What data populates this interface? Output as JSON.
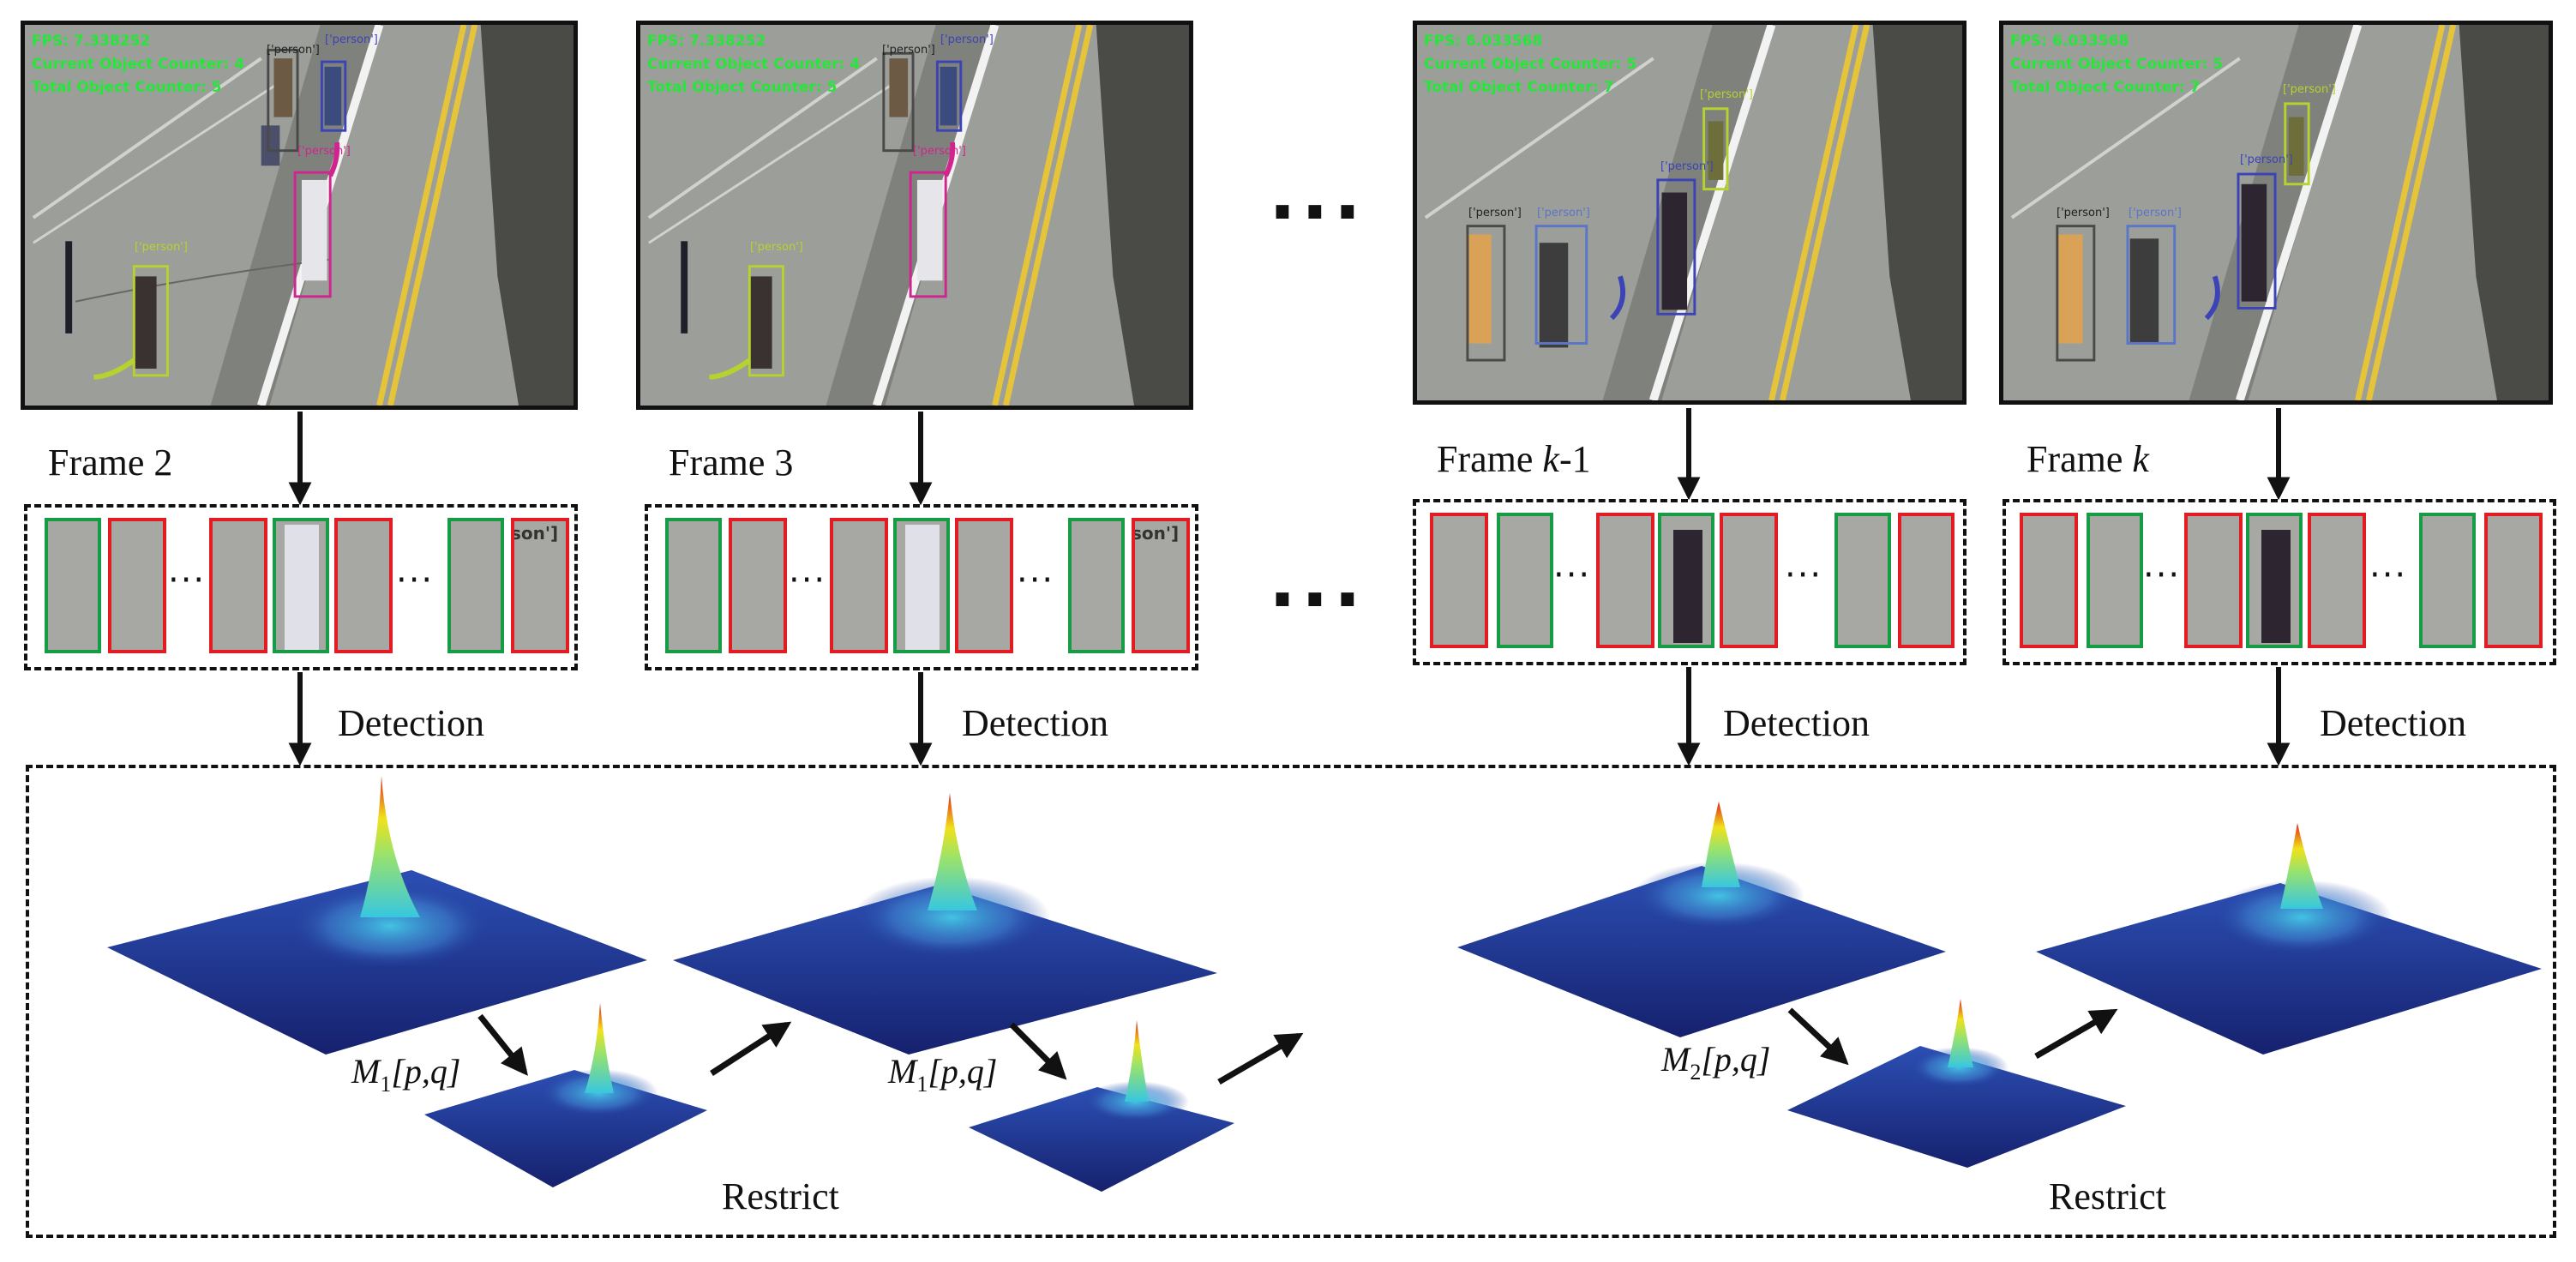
{
  "frames": [
    {
      "label_prefix": "Frame ",
      "label_var": "",
      "label_suffix": "2",
      "hud": {
        "fps": "FPS: 7.338252",
        "current": "Current Object Counter: 4",
        "total": "Total Object Counter: 5"
      },
      "boxes": [
        {
          "tag": "['person']",
          "id": "3"
        },
        {
          "tag": "['person']",
          "id": ""
        },
        {
          "tag": "['person']",
          "id": ""
        },
        {
          "tag": "['person']",
          "id": ""
        }
      ]
    },
    {
      "label_prefix": "Frame ",
      "label_var": "",
      "label_suffix": "3",
      "hud": {
        "fps": "FPS: 7.338252",
        "current": "Current Object Counter: 4",
        "total": "Total Object Counter: 5"
      },
      "boxes": [
        {
          "tag": "['person']",
          "id": "3"
        },
        {
          "tag": "['person']",
          "id": ""
        },
        {
          "tag": "['person']",
          "id": ""
        },
        {
          "tag": "['person']",
          "id": ""
        }
      ]
    },
    {
      "label_prefix": "Frame ",
      "label_var": "k",
      "label_suffix": "-1",
      "hud": {
        "fps": "FPS: 6.033568",
        "current": "Current Object Counter: 5",
        "total": "Total Object Counter: 7"
      },
      "boxes": [
        {
          "tag": "['person']",
          "id": "3"
        },
        {
          "tag": "['person']",
          "id": "5"
        },
        {
          "tag": "['person']",
          "id": "8"
        },
        {
          "tag": "['person']",
          "id": ""
        }
      ]
    },
    {
      "label_prefix": "Frame ",
      "label_var": "k",
      "label_suffix": "",
      "hud": {
        "fps": "FPS: 6.033568",
        "current": "Current Object Counter: 5",
        "total": "Total Object Counter: 7"
      },
      "boxes": [
        {
          "tag": "['person']",
          "id": "3"
        },
        {
          "tag": "['person']",
          "id": "5"
        },
        {
          "tag": "['person']",
          "id": "8"
        },
        {
          "tag": "['person']",
          "id": ""
        }
      ]
    }
  ],
  "crop_overlay_text": "son']",
  "strip_ellipsis": "···",
  "detection_label": "Detection",
  "ellipsis": "···",
  "annotations": {
    "m1_a": {
      "var": "M",
      "sub": "1",
      "args": "[p,q]"
    },
    "m1_b": {
      "var": "M",
      "sub": "1",
      "args": "[p,q]"
    },
    "m2": {
      "var": "M",
      "sub": "2",
      "args": "[p,q]"
    }
  },
  "restrict_label": "Restrict",
  "colors": {
    "hud_text": "#27e63a",
    "crop_red": "#e31b23",
    "crop_green": "#169c45",
    "box_olive": "#b6d22e",
    "box_magenta": "#d0258f",
    "box_blue": "#3b43b7",
    "box_gray": "#4a4a4a",
    "heat_low": "#17257a",
    "heat_mid": "#2ec7e0",
    "heat_high": "#f0e21a",
    "heat_peak": "#e0231a"
  }
}
